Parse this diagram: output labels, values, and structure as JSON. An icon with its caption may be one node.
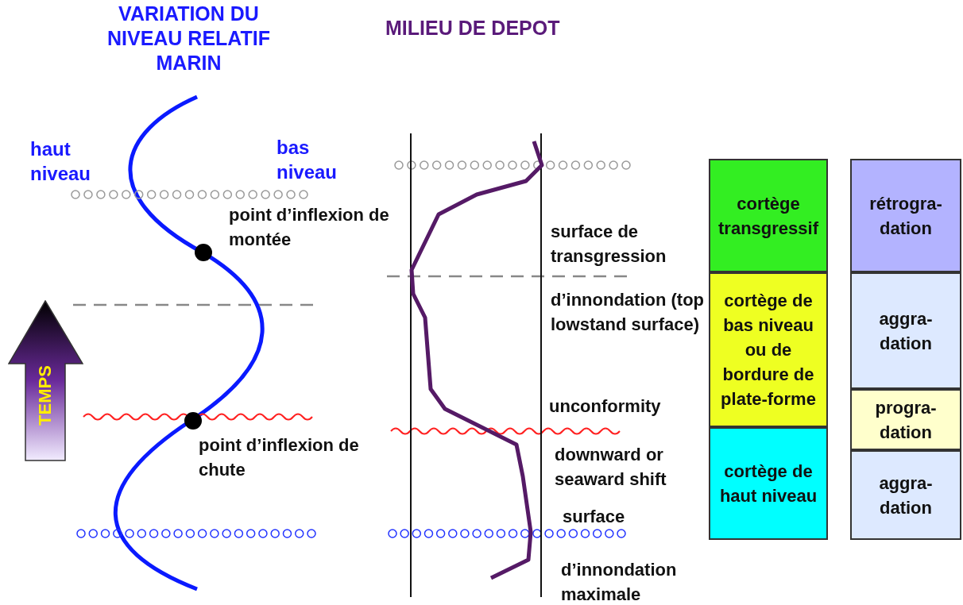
{
  "diagram": {
    "nodes": [
      {
        "text": [
          "TEMPS"
        ]
      },
      {
        "text": [
          "cortège transgressif"
        ]
      },
      {
        "text": [
          "cortège de bas niveau ou de bordure de plate-forme"
        ]
      },
      {
        "text": [
          "cortège de haut niveau"
        ]
      },
      {
        "text": [
          "rétrogra-dation"
        ]
      },
      {
        "text": [
          "aggra-dation"
        ]
      },
      {
        "text": [
          "progra-dation"
        ]
      },
      {
        "text": [
          "aggra-dation"
        ]
      }
    ],
    "edges": [],
    "labels": [
      "VARIATION DU NIVEAU RELATIF MARIN",
      "MILIEU DE DEPOT",
      "haut niveau",
      "bas niveau",
      "point d’inflexion de montée",
      "surface de transgression",
      "d’innondation (top lowstand surface)",
      "unconformity",
      "point d’inflexion de chute",
      "downward or seaward shift",
      "surface",
      "d’innondation maximale"
    ]
  }
}
